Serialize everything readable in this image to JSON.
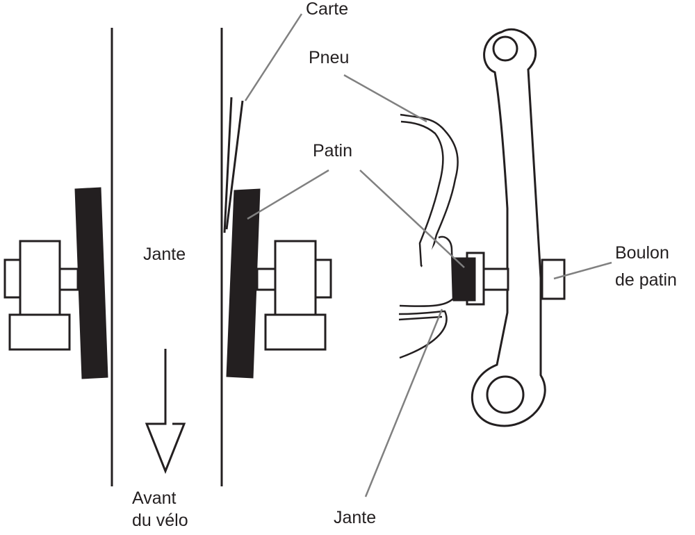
{
  "labels": {
    "rim_left": "Jante",
    "bike_front_line1": "Avant",
    "bike_front_line2": "du vélo",
    "card": "Carte",
    "tire": "Pneu",
    "pad": "Patin",
    "pad_bolt_line1": "Boulon",
    "pad_bolt_line2": "de patin",
    "rim_right": "Jante"
  },
  "colors": {
    "ink": "#231f20",
    "leader": "#808080",
    "background": "#ffffff"
  }
}
